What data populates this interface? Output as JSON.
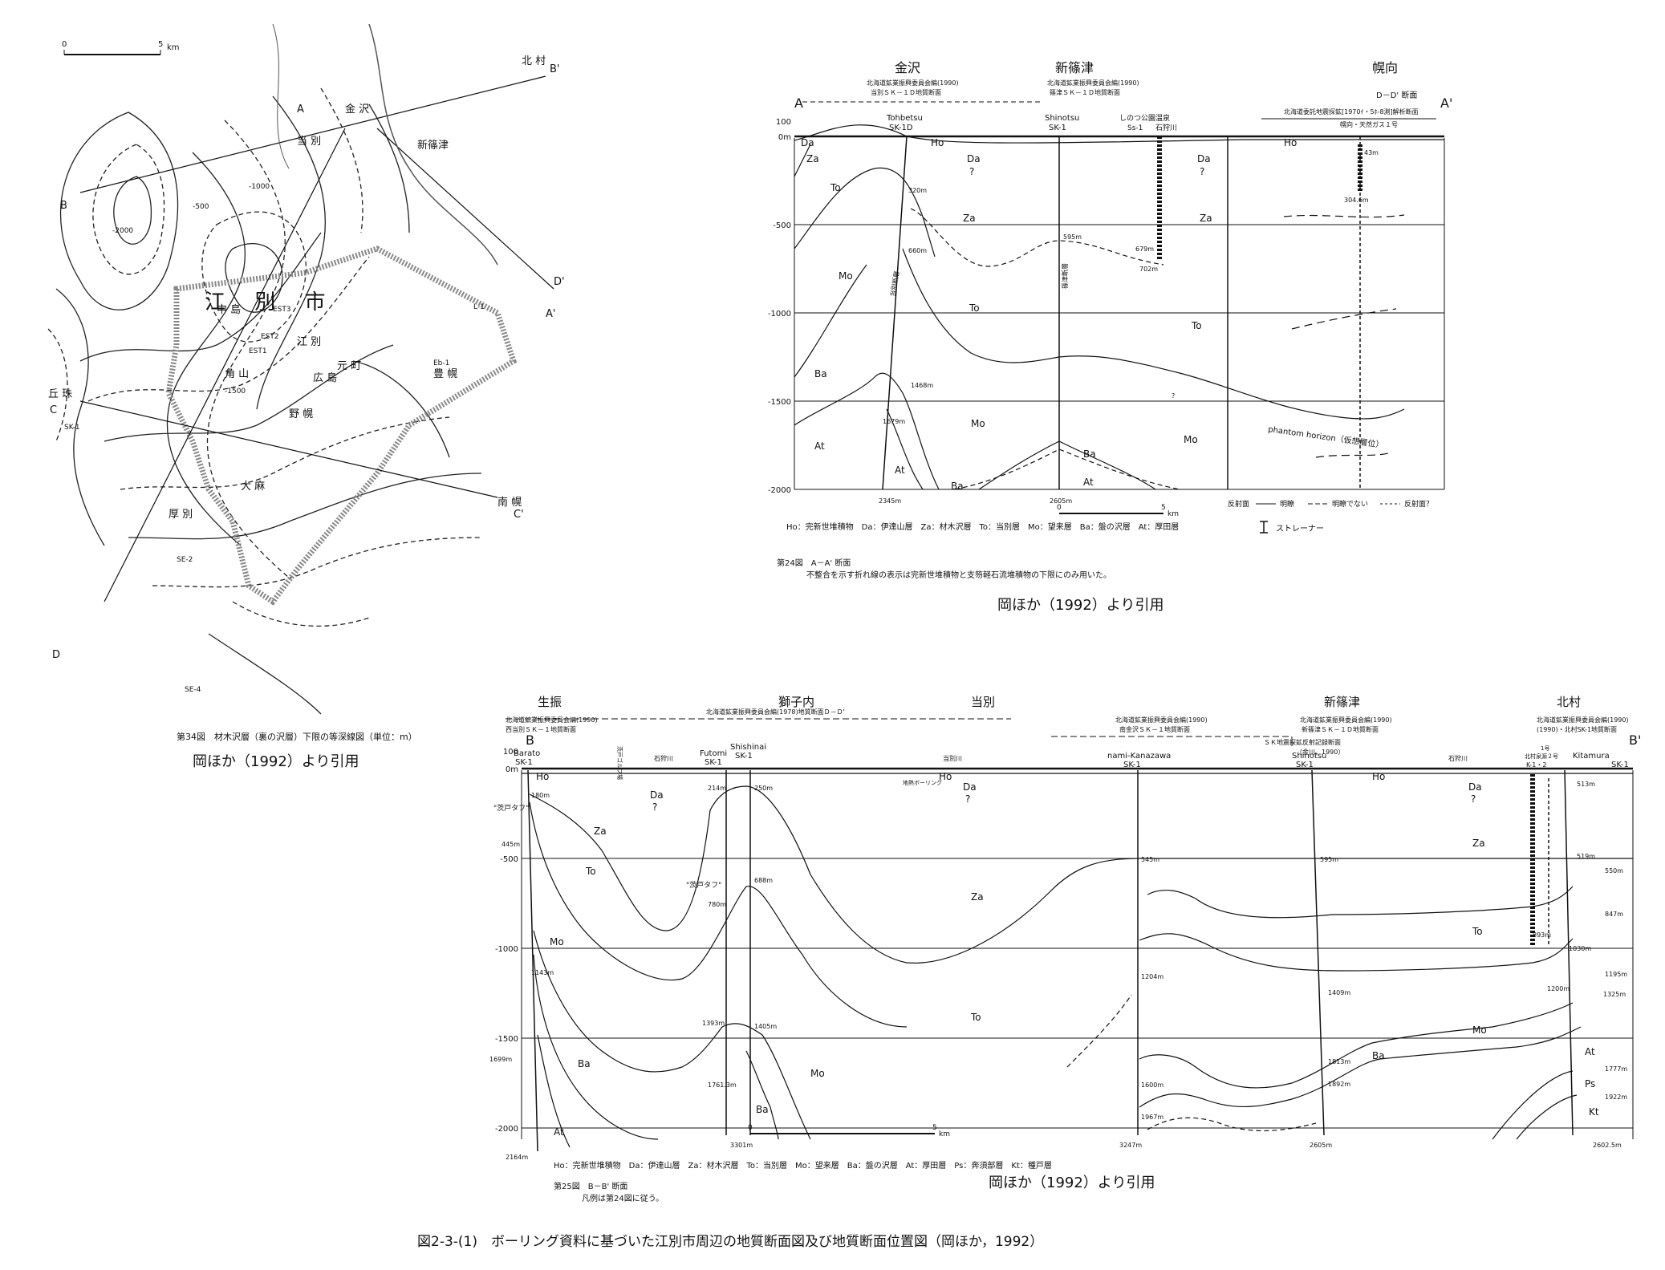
{
  "map": {
    "scale": {
      "zero": "0",
      "five": "5",
      "unit": "km"
    },
    "city_name": "江 別 市",
    "place_labels": [
      "北 村",
      "金 沢",
      "当 別",
      "新篠津",
      "江 別",
      "中 島",
      "元 町",
      "角 山",
      "広 島",
      "野 幌",
      "大 麻",
      "厚 別",
      "南 幌",
      "豊 幌",
      "丘 珠"
    ],
    "section_markers": {
      "B": "B",
      "B_prime": "B'",
      "C": "C",
      "C_prime": "C'",
      "D": "D",
      "D_prime": "D'",
      "A": "A",
      "A_prime": "A'"
    },
    "wells": [
      "EST1",
      "EST2",
      "EST3",
      "SK-1",
      "SE-2",
      "SE-4",
      "L-1",
      "Eb-1"
    ],
    "contour_labels": [
      "-500",
      "-1000",
      "-1500",
      "-2000"
    ],
    "caption": "第34図　材木沢層（裏の沢層）下限の等深線図（単位：m）",
    "quote": "岡ほか（1992）より引用"
  },
  "aa_section": {
    "header_labels": {
      "kanazawa": "金沢",
      "shinshinotsu": "新篠津",
      "horomui": "幌向"
    },
    "source_notes": {
      "left": "北海道鉱業振興委員会編(1990)",
      "left2": "当別ＳＫ－１Ｄ地質断面",
      "middle": "北海道鉱業振興委員会編(1990)",
      "middle2": "篠津ＳＫ－１Ｄ地質断面",
      "right_title": "D－D' 断面",
      "right": "北海道委託地震探鉱[1970ｲ・5ﾎ-8測]解析断面",
      "right2": "幌向・天然ガス１号"
    },
    "ends": {
      "A": "A",
      "A_prime": "A'"
    },
    "depth_ticks": [
      "100",
      "0m",
      "-500",
      "-1000",
      "-1500",
      "-2000"
    ],
    "wells": {
      "tohbetsu": "Tohbetsu",
      "tohbetsu_id": "SK-1D",
      "shinotsu": "Shinotsu",
      "shinotsu_id": "SK-1",
      "onsen": "しのつ公園温泉",
      "onsen_id": "Ss-1",
      "river": "石狩川"
    },
    "fault_label": "当別断層",
    "fault_label2": "篠津断層",
    "units": {
      "ho": "Ho",
      "ho2": "Ho",
      "da": "Da",
      "da2": "Da",
      "q": "?",
      "q2": "?",
      "za1": "Za",
      "za2": "Za",
      "za3": "Za",
      "to1": "To",
      "to2": "To",
      "to3": "To",
      "mo1": "Mo",
      "mo2": "Mo",
      "mo3": "Mo",
      "ba1": "Ba",
      "ba2": "Ba",
      "ba3": "Ba",
      "at1": "At",
      "at2": "At",
      "at3": "At"
    },
    "depth_labels": {
      "d320": "320m",
      "d660": "660m",
      "d1468": "1468m",
      "d1679": "1679m",
      "d2345": "2345m",
      "d595": "595m",
      "d679": "679m",
      "d702": "702m",
      "d2605": "2605m",
      "d304": "304.6m",
      "d43": "43m"
    },
    "phantom": "phantom horizon（仮想層位）",
    "q_mark": "?",
    "scale": {
      "zero": "0",
      "five": "5",
      "unit": "km"
    },
    "reflector_legend": {
      "title": "反射面",
      "clear": "明瞭",
      "unclear": "明瞭でない",
      "question": "反射面？"
    },
    "abbrev_legend": "Ho：完新世堆積物　Da：伊達山層　Za：材木沢層　To：当別層　Mo：望来層　Ba：盤の沢層　At：厚田層",
    "strainer": "ストレーナー",
    "caption_title": "第24図　A－A' 断面",
    "caption_note": "不整合を示す折れ線の表示は完新世堆積物と支笏軽石流堆積物の下限にのみ用いた。",
    "quote": "岡ほか（1992）より引用"
  },
  "bb_section": {
    "header_labels": {
      "ikushunbetsu": "生振",
      "shishinai": "獅子内",
      "tobetsu": "当別",
      "shinshinotsu": "新篠津",
      "kitamura": "北村"
    },
    "source_notes": {
      "left1": "北海道鉱業振興委員会編(1990)",
      "left2": "西当別ＳＫ－１地質断面",
      "mid": "北海道鉱業振興委員会編(1978)地質断面Ｄ－Ｄ'",
      "mid2": "北海道鉱業振興委員会編(1990)",
      "mid3": "南金沢ＳＫ－１地質断面",
      "right1": "北海道鉱業振興委員会編(1990)",
      "right2": "新篠津ＳＫ－１Ｄ地質断面",
      "right3": "ＳＫ地震探鉱反射記録断面",
      "right4": "（金川，1990）",
      "far1": "北海道鉱業振興委員会編(1990)",
      "far2": "(1990)・北村SK-1地質断面"
    },
    "ends": {
      "B": "B",
      "B_prime": "B'"
    },
    "depth_ticks": [
      "100",
      "0m",
      "-500",
      "-1000",
      "-1500",
      "-2000"
    ],
    "wells": {
      "barato": "Barato",
      "barato_id": "SK-1",
      "futomi": "Futomi",
      "futomi_id": "SK-1",
      "shishinai": "Shishinai",
      "shishinai_id": "SK-1",
      "kanazawa": "nami-Kanazawa",
      "kanazawa_id": "SK-1",
      "shinotsu": "Shinotsu",
      "shinotsu_id": "SK-1",
      "kitamura": "Kitamura",
      "kitamura_id": "SK-1",
      "kitamura_k": "K-1・2",
      "kitamura_note": "北村泉源２号",
      "kitamura_note2": "1号"
    },
    "rivers": {
      "r1": "石狩川",
      "r2": "当別川",
      "r3": "石狩川"
    },
    "special": {
      "golf": "茨戸ゴルフ場",
      "tuff1": "\"茨戸タフ\"",
      "tuff2": "\"茨戸タフ\"",
      "boring": "地熱ボーリング"
    },
    "units": {
      "ho1": "Ho",
      "ho2": "Ho",
      "ho3": "Ho",
      "da1": "Da",
      "da2": "Da",
      "da3": "Da",
      "q1": "?",
      "q2": "?",
      "q3": "?",
      "za1": "Za",
      "za2": "Za",
      "za3": "Za",
      "to1": "To",
      "to2": "To",
      "to3": "To",
      "mo1": "Mo",
      "mo2": "Mo",
      "mo3": "Mo",
      "ba1": "Ba",
      "ba2": "Ba",
      "ba3": "Ba",
      "at1": "At",
      "at2": "At",
      "ps": "Ps",
      "kt": "Kt"
    },
    "depth_labels": {
      "d180": "180m",
      "d445": "445m",
      "d1143": "1143m",
      "d1699": "1699m",
      "d2164": "2164m",
      "d214": "214m",
      "d250": "250m",
      "d688": "688m",
      "d780": "780m",
      "d1393": "1393m",
      "d1405": "1405m",
      "d1761": "1761.3m",
      "d3301": "3301m",
      "d545": "545m",
      "d1204": "1204m",
      "d1600": "1600m",
      "d1967": "1967m",
      "d3247": "3247m",
      "d595": "595m",
      "d1409": "1409m",
      "d1813": "1813m",
      "d1892": "1892m",
      "d2605": "2605m",
      "d513": "513m",
      "d519": "519m",
      "d550": "550m",
      "d847": "847m",
      "d893": "893m",
      "d1030": "1030m",
      "d1195": "1195m",
      "d1200": "1200m",
      "d1325": "1325m",
      "d1777": "1777m",
      "d1922": "1922m",
      "d2602": "2602.5m"
    },
    "scale": {
      "zero": "0",
      "five": "5",
      "unit": "km"
    },
    "abbrev_legend": "Ho：完新世堆積物　Da：伊達山層　Za：材木沢層　To：当別層　Mo：望来層　Ba：盤の沢層　At：厚田層　Ps：奔須部層　Kt：種戸層",
    "caption_title": "第25図　B－B' 断面",
    "caption_note": "凡例は第24図に従う。",
    "quote": "岡ほか（1992）より引用"
  },
  "figure_caption": "図2-3-(1)　ボーリング資料に基づいた江別市周辺の地質断面図及び地質断面位置図（岡ほか，1992）"
}
